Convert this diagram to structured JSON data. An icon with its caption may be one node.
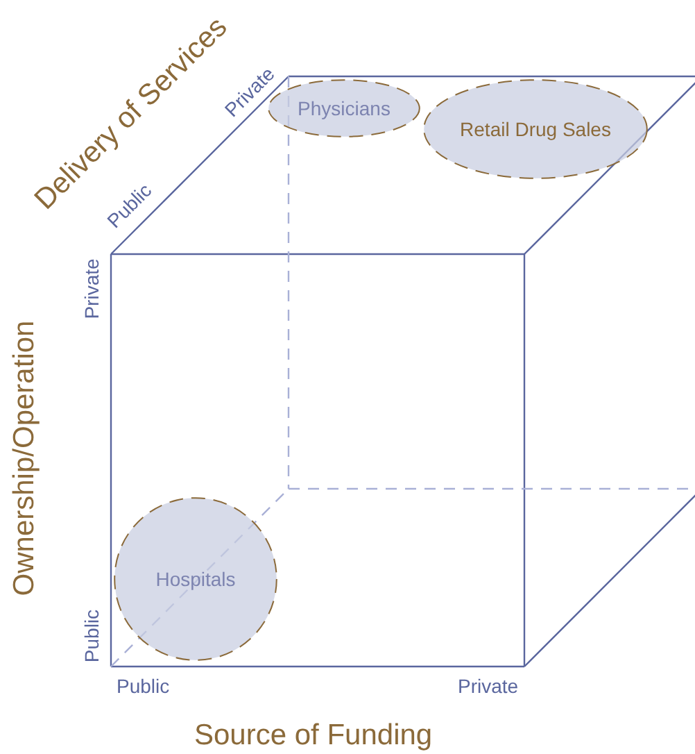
{
  "diagram": {
    "nodes": [
      {
        "text": [
          "Physicians"
        ]
      },
      {
        "text": [
          "Retail Drug Sales"
        ]
      },
      {
        "text": [
          "Hospitals"
        ]
      }
    ],
    "labels": [
      "Delivery of Services",
      "Private",
      "Public",
      "Private",
      "Ownership/Operation",
      "Public",
      "Public",
      "Private",
      "Source of Funding"
    ]
  }
}
